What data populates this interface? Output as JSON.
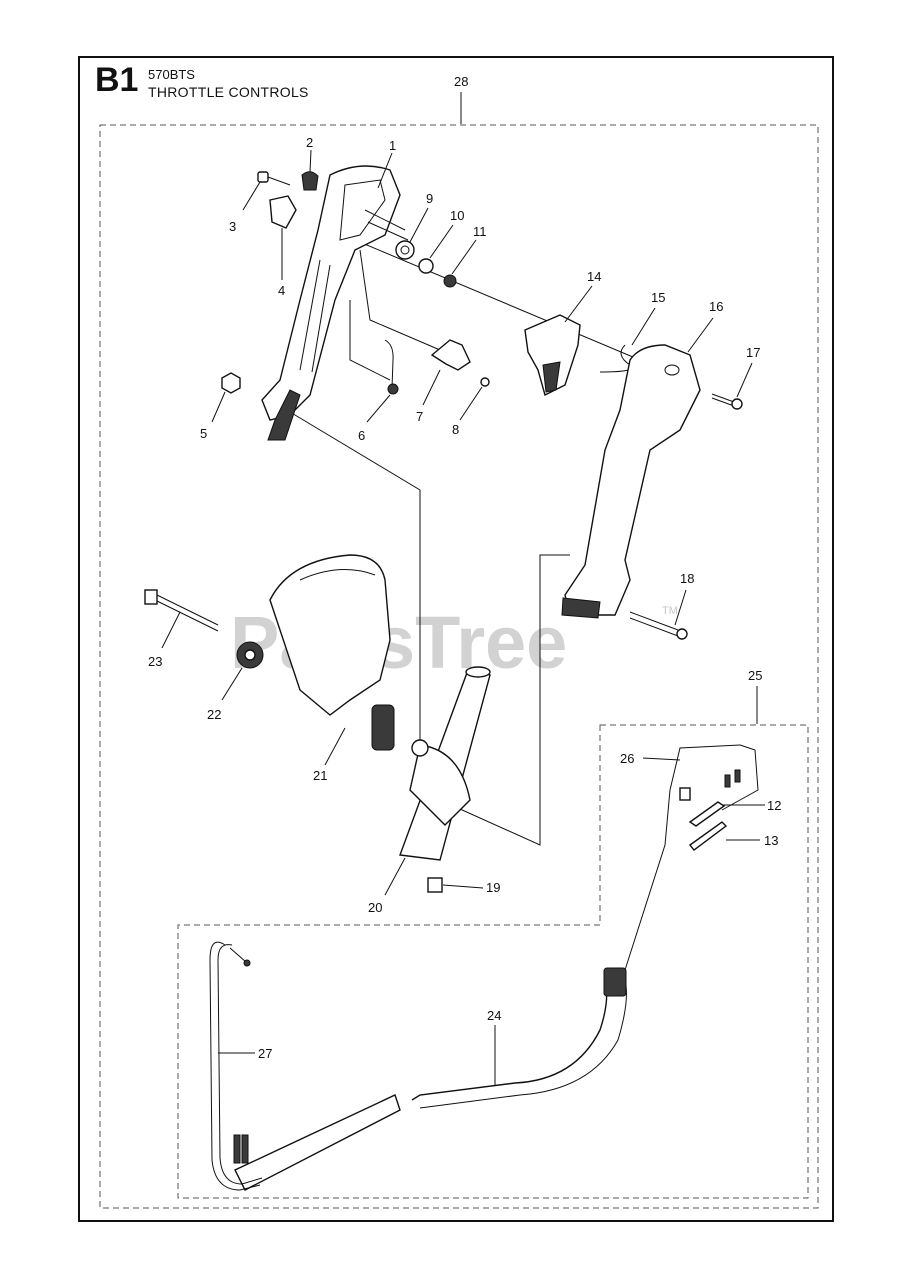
{
  "header": {
    "code": "B1",
    "model": "570BTS",
    "title": "THROTTLE CONTROLS"
  },
  "watermark": {
    "text": "PartsTree",
    "trademark": "TM"
  },
  "callouts": [
    "1",
    "2",
    "3",
    "4",
    "5",
    "6",
    "7",
    "8",
    "9",
    "10",
    "11",
    "12",
    "13",
    "14",
    "15",
    "16",
    "17",
    "18",
    "19",
    "20",
    "21",
    "22",
    "23",
    "24",
    "25",
    "26",
    "27",
    "28"
  ]
}
